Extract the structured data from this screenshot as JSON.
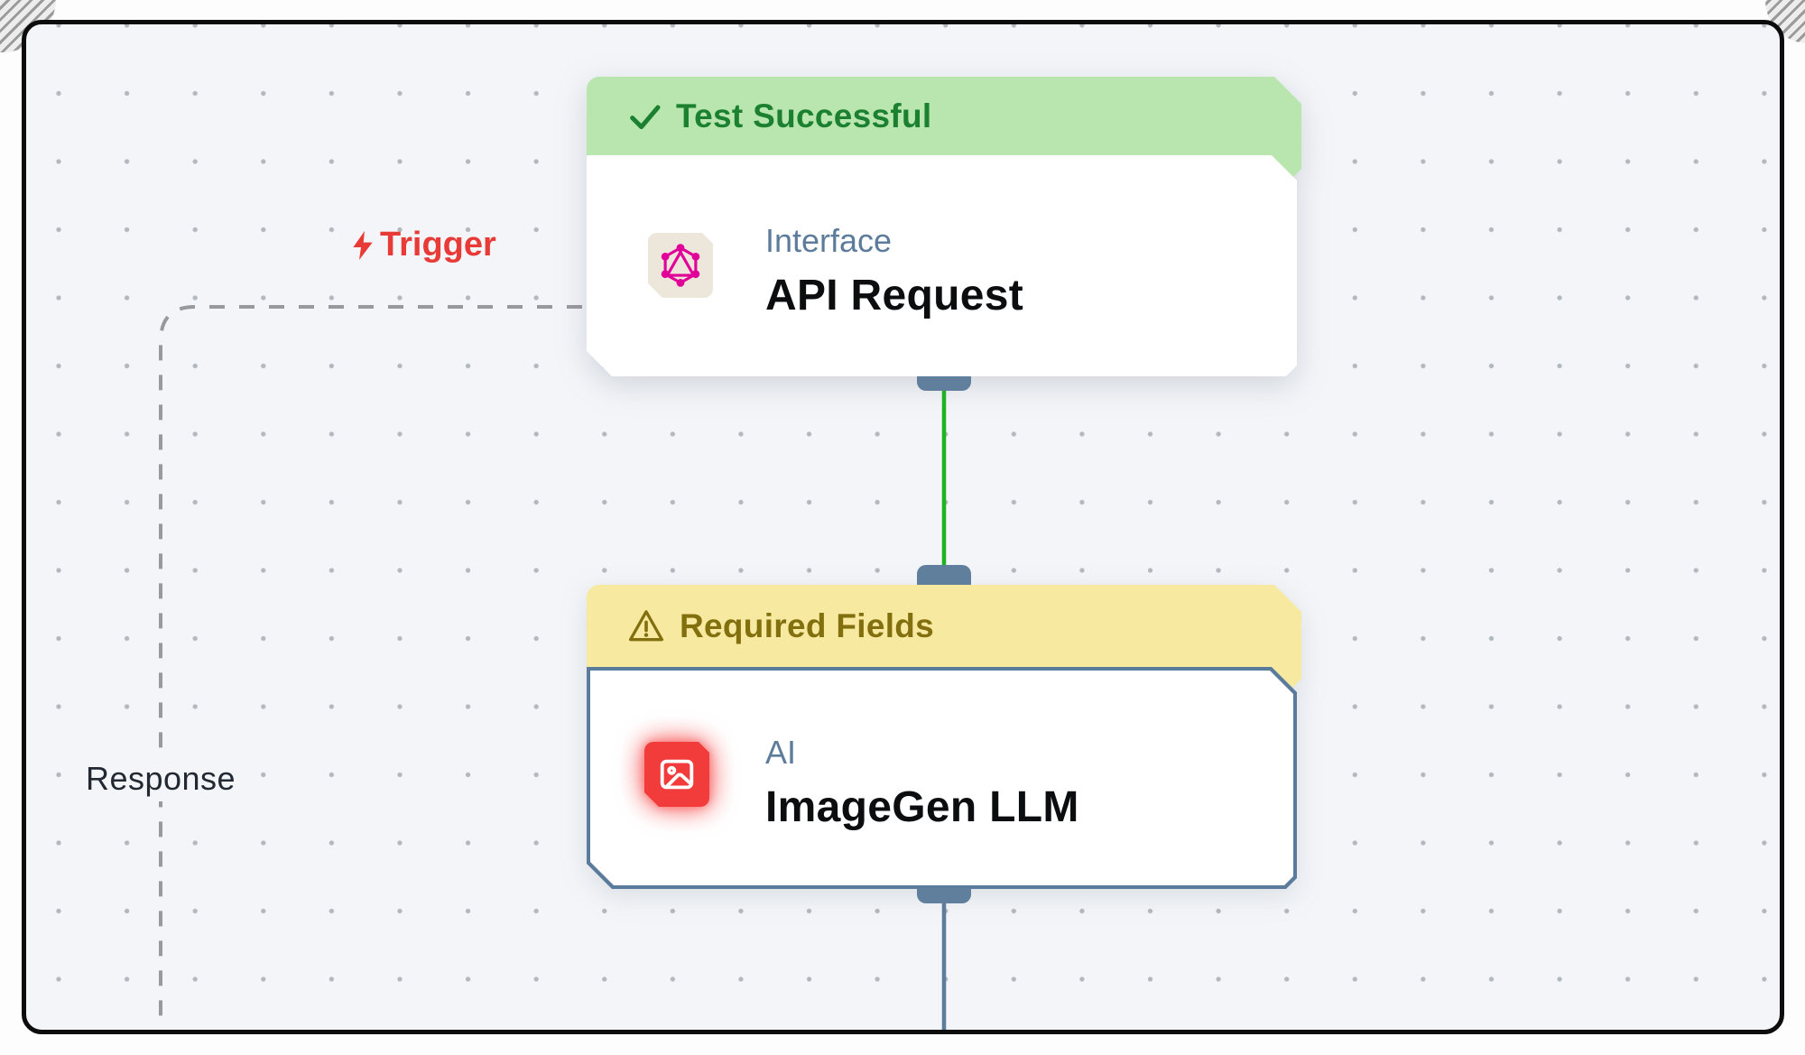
{
  "canvas": {
    "background": "#f3f5f8",
    "dot_color": "#b3b8be",
    "frame_color": "#0c0c0c"
  },
  "edges": {
    "trigger": {
      "label": "Trigger",
      "color": "#e83a36",
      "style": "dashed",
      "dash_color": "#98999d"
    },
    "response": {
      "label": "Response",
      "color": "#232933"
    },
    "active_connection_color": "#1db41f",
    "idle_connection_color": "#5d7d9c",
    "handle_color": "#5f7f9c"
  },
  "nodes": [
    {
      "status": "Test Successful",
      "status_icon": "check-icon",
      "banner_bg": "#b8e6ae",
      "banner_fg": "#1b8030",
      "category": "Interface",
      "title": "API Request",
      "icon": "graphql-icon",
      "icon_bg": "#ece6db",
      "icon_fg": "#e10098"
    },
    {
      "status": "Required Fields",
      "status_icon": "warning-icon",
      "banner_bg": "#f8e9a0",
      "banner_fg": "#82700f",
      "category": "AI",
      "title": "ImageGen LLM",
      "icon": "image-icon",
      "icon_bg": "#f23c3c",
      "icon_fg": "#ffffff",
      "border_color": "#5a7b9b"
    }
  ]
}
